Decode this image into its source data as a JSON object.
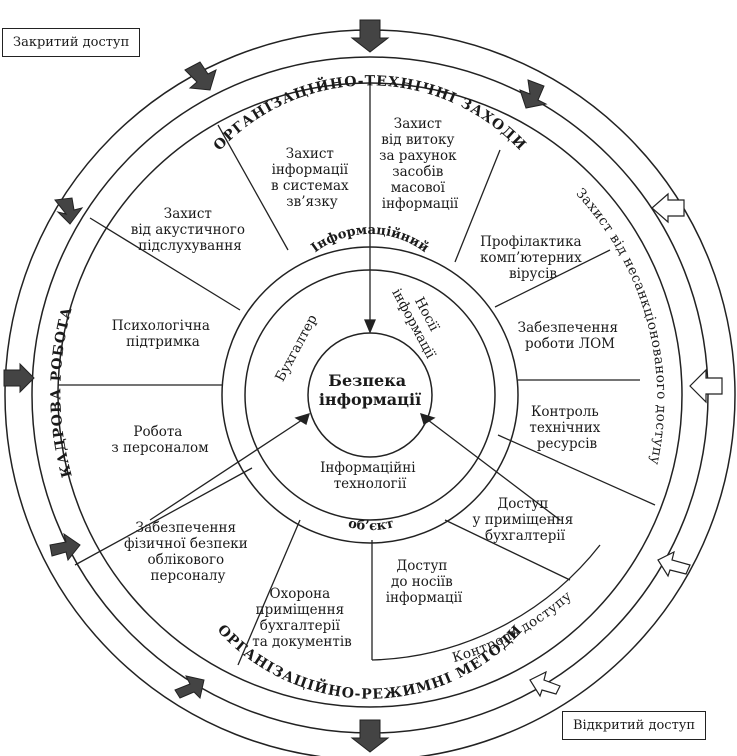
{
  "corners": {
    "closed_access": "Закритий доступ",
    "open_access": "Відкритий доступ"
  },
  "ring_titles": {
    "top": "ОРГАНІЗАЦІЙНО-ТЕХНІЧНІ ЗАХОДИ",
    "bottom": "ОРГАНІЗАЦІЙНО-РЕЖИМНІ МЕТОДИ",
    "left": "КАДРОВА РОБОТА",
    "right": "Захист від несанкціонованого доступу",
    "access_control": "Контроль доступу"
  },
  "inner_ring": {
    "top": "Інформаційний",
    "bottom": "об’єкт",
    "accountant": "Бухгалтер",
    "carriers": [
      "Носії",
      "інформації"
    ],
    "technologies": [
      "Інформаційні",
      "технології"
    ]
  },
  "center": [
    "Безпека",
    "інформації"
  ],
  "segments": {
    "comm_systems": [
      "Захист",
      "інформації",
      "в системах",
      "зв’язку"
    ],
    "mass_media": [
      "Захист",
      "від витоку",
      "за рахунок",
      "засобів",
      "масової",
      "інформації"
    ],
    "acoustic": [
      "Захист",
      "від акустичного",
      "підслухування"
    ],
    "virus": [
      "Профілактика",
      "комп’ютерних",
      "вірусів"
    ],
    "lan": [
      "Забезпечення",
      "роботи ЛОМ"
    ],
    "psych": [
      "Психологічна",
      "підтримка"
    ],
    "tech_resources": [
      "Контроль",
      "технічних",
      "ресурсів"
    ],
    "personnel": [
      "Робота",
      "з персоналом"
    ],
    "premises_access": [
      "Доступ",
      "у приміщення",
      "бухгалтерії"
    ],
    "physical_security": [
      "Забезпечення",
      "фізичної безпеки",
      "облікового",
      "персоналу"
    ],
    "guard": [
      "Охорона",
      "приміщення",
      "бухгалтерії",
      "та документів"
    ],
    "carrier_access": [
      "Доступ",
      "до носіїв",
      "інформації"
    ]
  }
}
